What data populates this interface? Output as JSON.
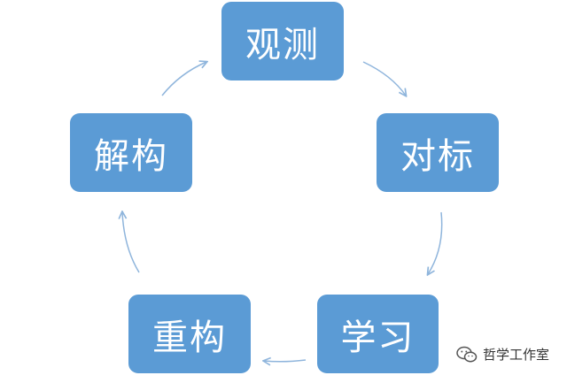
{
  "diagram": {
    "type": "cycle",
    "node_color": "#5b9bd5",
    "text_color": "#ffffff",
    "arrow_color": "#8fb5dc",
    "nodes": [
      {
        "label": "观测"
      },
      {
        "label": "对标"
      },
      {
        "label": "学习"
      },
      {
        "label": "重构"
      },
      {
        "label": "解构"
      }
    ],
    "edges": [
      {
        "from": "观测",
        "to": "对标"
      },
      {
        "from": "对标",
        "to": "学习"
      },
      {
        "from": "学习",
        "to": "重构"
      },
      {
        "from": "重构",
        "to": "解构"
      },
      {
        "from": "解构",
        "to": "观测"
      }
    ]
  },
  "watermark": {
    "text": "哲学工作室",
    "icon": "wechat-icon"
  }
}
